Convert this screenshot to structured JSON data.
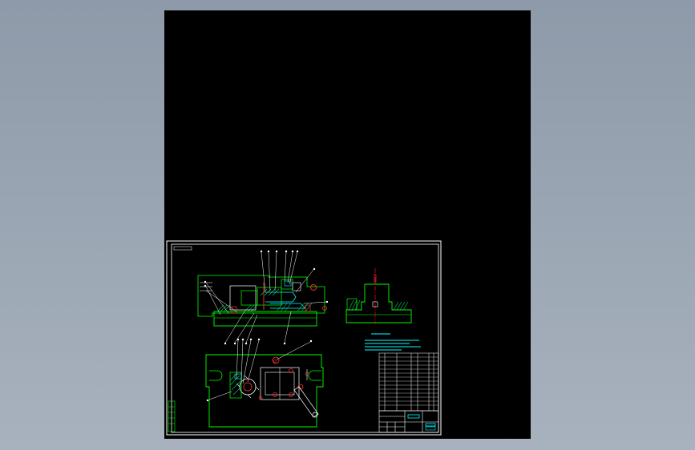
{
  "viewer": {
    "background_color": "#000000",
    "page_color": "#9aa5b1"
  },
  "drawing": {
    "line_colors": {
      "frame": "#ffffff",
      "part": "#00ff00",
      "hatch": "#00cc66",
      "fastener": "#ff3333",
      "note": "#00ffff",
      "leader": "#ffffff",
      "centerline": "#ff0000"
    },
    "title_block_text": "",
    "notes_heading": "",
    "notes_lines": 4,
    "bom_rows": 14,
    "balloon_count": 20
  }
}
